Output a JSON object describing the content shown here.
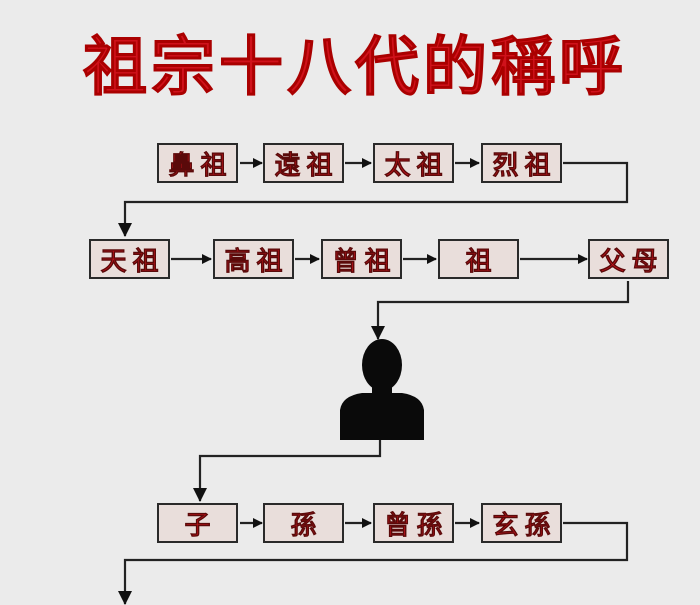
{
  "title": "祖宗十八代的稱呼",
  "rows": [
    [
      "鼻祖",
      "遠祖",
      "太祖",
      "烈祖"
    ],
    [
      "天祖",
      "高祖",
      "曾祖",
      "祖",
      "父母"
    ],
    [
      "子",
      "孫",
      "曾孫",
      "玄孫"
    ]
  ],
  "colors": {
    "text_red": "#c8141c",
    "title_red": "#d0121b",
    "background": "#ebebeb",
    "box_fill": "#e9dedb"
  },
  "center_icon": "person-silhouette-icon"
}
